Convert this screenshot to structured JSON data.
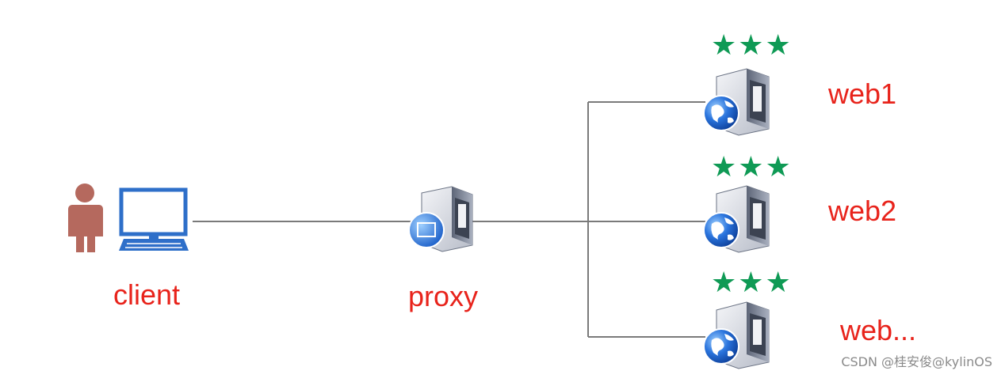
{
  "nodes": {
    "client": {
      "label": "client"
    },
    "proxy": {
      "label": "proxy"
    },
    "web1": {
      "label": "web1",
      "rating": "★★★"
    },
    "web2": {
      "label": "web2",
      "rating": "★★★"
    },
    "web3": {
      "label": "web...",
      "rating": "★★★"
    }
  },
  "watermark": "CSDN @桂安俊@kylinOS",
  "colors": {
    "label": "#e8231b",
    "stars": "#0f9a55",
    "person": "#b5695e",
    "monitor": "#2e6fc9",
    "line": "#7a7a7a",
    "server_body": "#9aa3b5",
    "globe": "#1f5fd0"
  },
  "icons": {
    "client": [
      "person-icon",
      "computer-icon"
    ],
    "proxy": "proxy-server-icon",
    "web": "web-server-icon"
  }
}
